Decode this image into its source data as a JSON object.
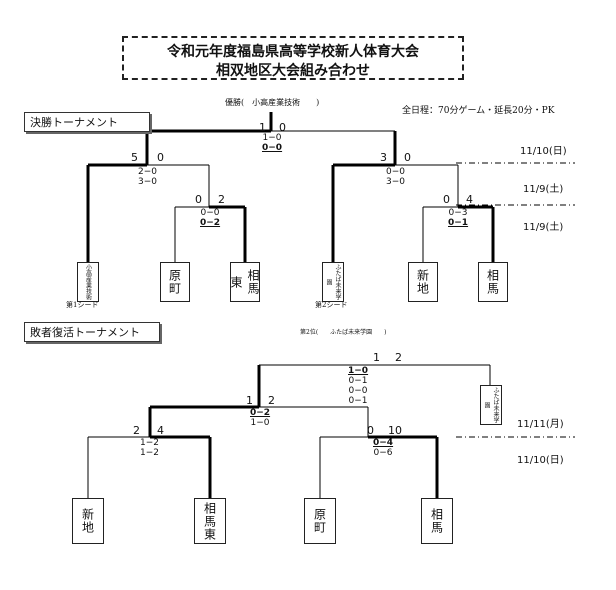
{
  "title": {
    "line1": "令和元年度福島県高等学校新人体育大会",
    "line2": "相双地区大会組み合わせ"
  },
  "header": {
    "champion_label": "優勝(　小高産業技術　　)",
    "schedule_note": "全日程：70分ゲーム・延長20分・PK"
  },
  "sections": {
    "main": "決勝トーナメント",
    "consolation": "敗者復活トーナメント"
  },
  "seeds": {
    "first": "第1シード",
    "second": "第2シード"
  },
  "second_place_label": "第2位(　　ふたば未来学園　　)",
  "dates": {
    "d1110a": "11/10(日)",
    "d119a": "11/9(土)",
    "d119b": "11/9(土)",
    "d1111": "11/11(月)",
    "d1110b": "11/10(日)"
  },
  "main_bracket": {
    "final": {
      "left": "1",
      "right": "0",
      "score": [
        "1−0",
        "0−0"
      ]
    },
    "semi_left": {
      "left": "5",
      "right": "0",
      "score": [
        "2−0",
        "3−0"
      ]
    },
    "semi_right": {
      "left": "3",
      "right": "0",
      "score": [
        "0−0",
        "3−0"
      ]
    },
    "q_left": {
      "left": "0",
      "right": "2",
      "score": [
        "0−0",
        "0−2"
      ]
    },
    "q_right": {
      "left": "0",
      "right": "4",
      "score": [
        "0−3",
        "0−1"
      ]
    },
    "teams": [
      "小高産業技術",
      "原町",
      "相馬東",
      "ふたば未来学園",
      "新地",
      "相馬"
    ]
  },
  "consolation_bracket": {
    "final": {
      "left": "1",
      "right": "2",
      "score": [
        "1−0",
        "0−1",
        "0−0",
        "0−1"
      ]
    },
    "semi": {
      "left": "1",
      "right": "2",
      "score": [
        "0−2",
        "1−0"
      ]
    },
    "r1_left": {
      "left": "2",
      "right": "4",
      "score": [
        "1−2",
        "1−2"
      ]
    },
    "r1_right": {
      "left": "0",
      "right": "10",
      "score": [
        "0−4",
        "0−6"
      ]
    },
    "teams": [
      "新地",
      "相馬東",
      "原町",
      "相馬"
    ],
    "seed_team": "ふたば未来学園"
  }
}
